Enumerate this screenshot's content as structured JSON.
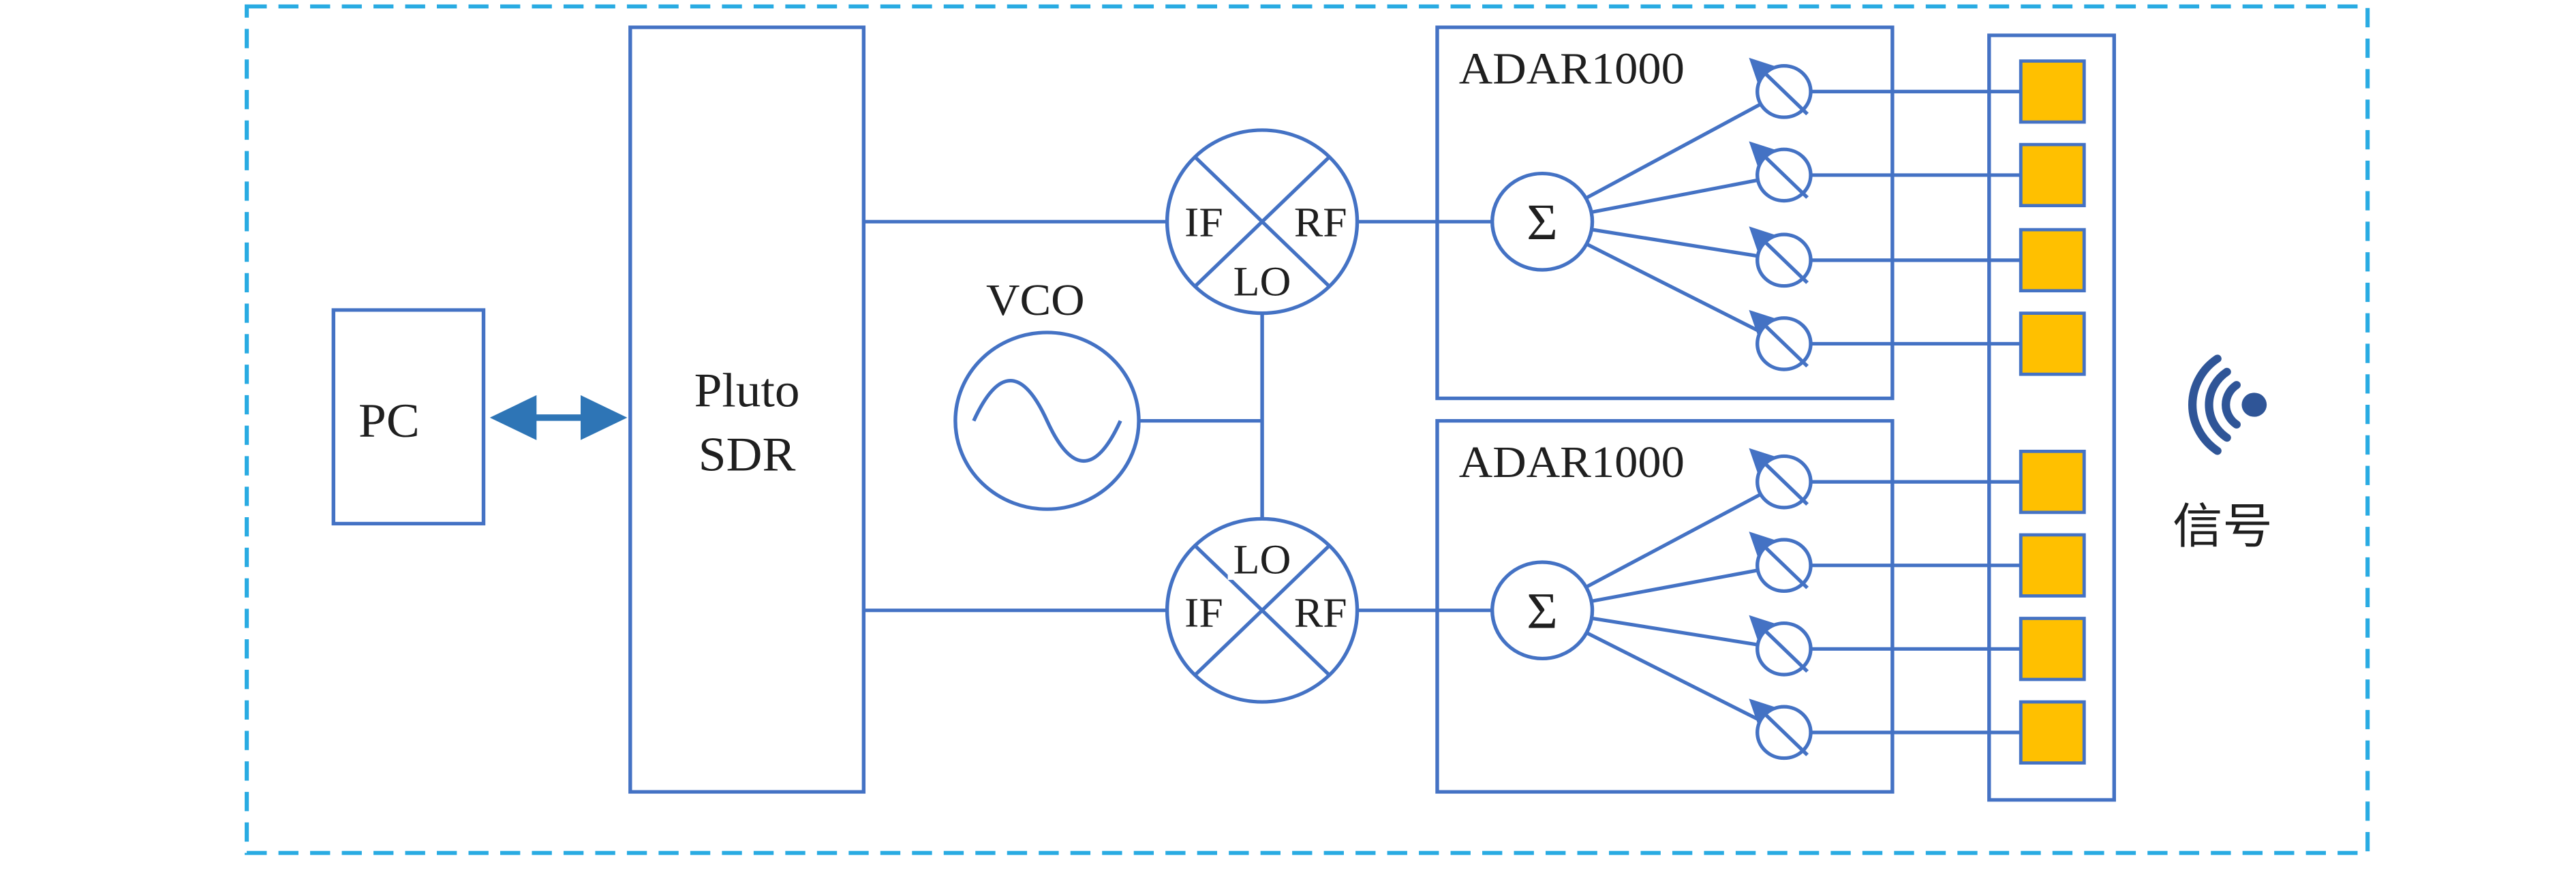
{
  "diagram": {
    "pc": {
      "label": "PC"
    },
    "sdr": {
      "line1": "Pluto",
      "line2": "SDR"
    },
    "vco": {
      "label": "VCO"
    },
    "mixer_top": {
      "if_label": "IF",
      "rf_label": "RF",
      "lo_label": "LO"
    },
    "mixer_bottom": {
      "lo_label": "LO",
      "if_label": "IF",
      "rf_label": "RF"
    },
    "beamformer_top": {
      "title": "ADAR1000",
      "sum_label": "Σ"
    },
    "beamformer_bottom": {
      "title": "ADAR1000",
      "sum_label": "Σ"
    },
    "signal": {
      "label": "信号"
    },
    "phase_shifters_per_chip": 4,
    "antenna_elements": 8
  },
  "colors": {
    "shape_line_blue": "#4472C4",
    "arrow_blue": "#2E75B6",
    "dashed_border_cyan": "#29ABE2",
    "antenna_fill_orange": "#FFC000",
    "signal_icon_navy": "#2F5597",
    "text_dark": "#1F1F1F",
    "background": "#FFFFFF"
  }
}
